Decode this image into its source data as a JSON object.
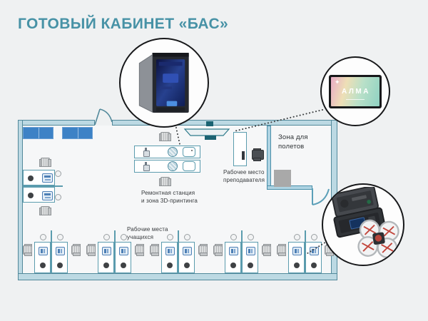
{
  "page": {
    "title": "ГОТОВЫЙ КАБИНЕТ «БАС»",
    "background_color": "#eff1f2",
    "title_color": "#4792a6"
  },
  "floorplan": {
    "flight_zone": {
      "label_line1": "Зона для",
      "label_line2": "полетов"
    },
    "teacher": {
      "label_line1": "Рабочее место",
      "label_line2": "преподавателя"
    },
    "repair": {
      "label_line1": "Ремонтная станция",
      "label_line2": "и зона 3D-принтинга"
    },
    "students": {
      "label_line1": "Рабочие места",
      "label_line2": "учащихся",
      "desk_pairs": 5,
      "desks_total": 10
    },
    "colors": {
      "wall_fill": "#bcd9e3",
      "wall_edge": "#52899b",
      "flight_zone_wall": "#aed3e2",
      "cabinet_blue": "#3d82c6",
      "furniture_outline": "#5b9cae",
      "computer_icon_blue": "#4d7fb5",
      "landing_pad_gray": "#a9a9a9",
      "board_dark_teal": "#1b6372"
    }
  },
  "callouts": {
    "printer": {
      "icon": "3d-printer-icon"
    },
    "display": {
      "icon": "interactive-display-icon",
      "screen_text": "АЛМА"
    },
    "drone": {
      "icon": "drone-kit-icon"
    }
  }
}
